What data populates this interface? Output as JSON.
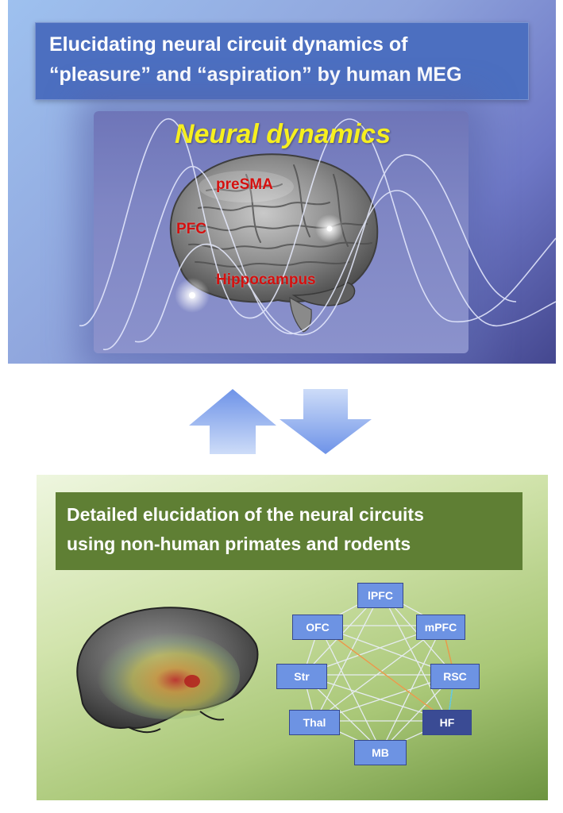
{
  "top_title": {
    "line1": "Elucidating neural circuit dynamics of",
    "line2": "“pleasure” and “aspiration” by human MEG"
  },
  "neural_dynamics": {
    "title": "Neural dynamics",
    "regions": {
      "presma": "preSMA",
      "pfc": "PFC",
      "hippocampus": "Hippocampus"
    }
  },
  "arrows": {
    "up": "up-arrow-icon",
    "down": "down-arrow-icon"
  },
  "bottom_title": {
    "line1": "Detailed elucidation of the neural circuits",
    "line2": "using non-human primates and rodents"
  },
  "network": {
    "nodes": {
      "lpfc": "lPFC",
      "ofc": "OFC",
      "mpfc": "mPFC",
      "str": "Str",
      "rsc": "RSC",
      "thal": "Thal",
      "hf": "HF",
      "mb": "MB"
    }
  },
  "colors": {
    "top_title_bg": "#4c6fc0",
    "bottom_title_bg": "#5f7f34",
    "neural_title": "#f6ef1f",
    "region_label": "#d4100f",
    "node_light": "#6d93e3",
    "node_dark": "#3a4b94"
  }
}
